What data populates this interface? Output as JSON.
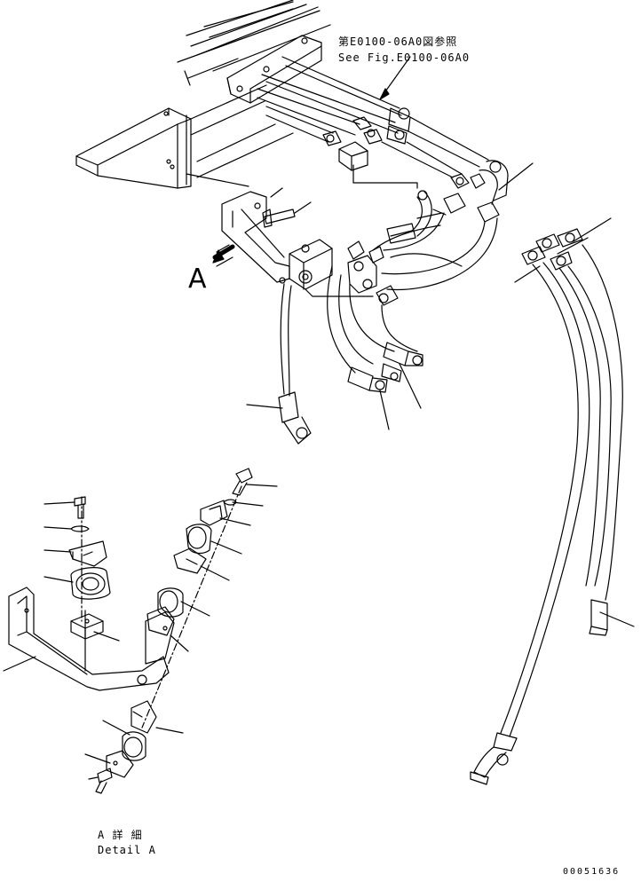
{
  "reference": {
    "line_jp": "第E0100-06A0図参照",
    "line_en": "See Fig.E0100-06A0"
  },
  "view_marker": "A",
  "detail_caption": {
    "line_jp": "A 詳 細",
    "line_en": "Detail A"
  },
  "drawing_number": "00051636",
  "colors": {
    "line": "#000000",
    "background": "#ffffff"
  }
}
